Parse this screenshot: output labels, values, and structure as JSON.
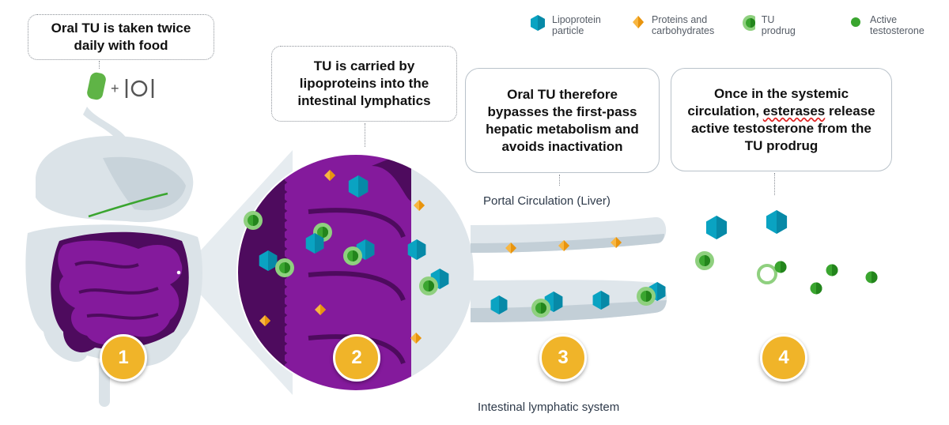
{
  "legend": [
    {
      "icon": "lipoprotein-hexagon",
      "label": "Lipoprotein\nparticle",
      "color": "#0aa3c2"
    },
    {
      "icon": "protein-diamond",
      "label": "Proteins and\ncarbohydrates",
      "color": "#f5a623"
    },
    {
      "icon": "tu-prodrug-ring",
      "label": "TU prodrug",
      "color": "#3aa52f"
    },
    {
      "icon": "testosterone-dot",
      "label": "Active\ntestosterone",
      "color": "#2f9e2a"
    }
  ],
  "steps": [
    {
      "number": "1",
      "text": "Oral TU is taken twice daily with food"
    },
    {
      "number": "2",
      "text": "TU is carried by lipoproteins into the intestinal lymphatics"
    },
    {
      "number": "3",
      "text": "Oral TU therefore bypasses the first-pass hepatic metabolism and avoids inactivation"
    },
    {
      "number": "4",
      "text_before": "Once in the systemic circulation, ",
      "text_flagged": "esterases",
      "text_after": " release active testosterone from the TU prodrug"
    }
  ],
  "captions": {
    "portal": "Portal Circulation (Liver)",
    "lymphatic": "Intestinal lymphatic system"
  },
  "icons": {
    "pill": "pill-icon",
    "plus": "+",
    "meal": "plate-cutlery-icon"
  },
  "colors": {
    "purple": "#841a9c",
    "purple_dark": "#4e0b5e",
    "organ_gray": "#dbe3e8",
    "organ_shade": "#c3cfd7",
    "badge": "#f0b429",
    "hex": "#0aa3c2",
    "hex_dark": "#0789a7",
    "diamond": "#f5a623",
    "green": "#3aa52f",
    "green_light": "#8fd07f"
  }
}
